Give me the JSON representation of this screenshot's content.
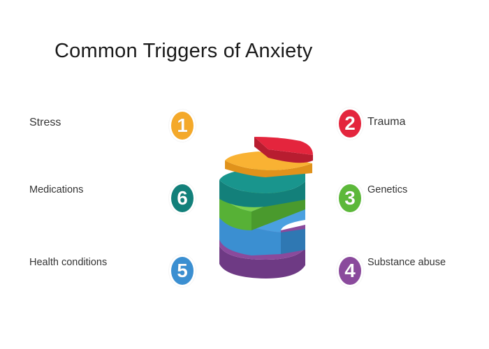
{
  "title": "Common Triggers of Anxiety",
  "triggers": [
    {
      "number": "1",
      "label": "Stress",
      "color": "#f4a92a"
    },
    {
      "number": "2",
      "label": "Trauma",
      "color": "#e4253d"
    },
    {
      "number": "3",
      "label": "Genetics",
      "color": "#5cb83a"
    },
    {
      "number": "4",
      "label": "Substance abuse",
      "color": "#8a4a9c"
    },
    {
      "number": "5",
      "label": "Health conditions",
      "color": "#3b8fd1"
    },
    {
      "number": "6",
      "label": "Medications",
      "color": "#13807a"
    }
  ],
  "colors": {
    "title": "#1a1a1a",
    "text": "#333333"
  }
}
